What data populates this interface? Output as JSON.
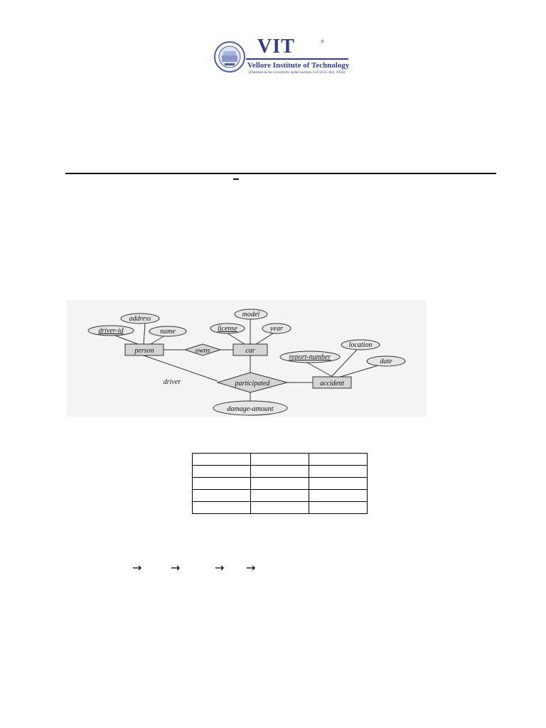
{
  "header": {
    "logo_mark": "VIT",
    "logo_reg": "®",
    "institute_name": "Vellore Institute of Technology",
    "institute_subtitle": "(Deemed to be University under section 3 of UGC Act, 1956)"
  },
  "er_diagram": {
    "entities": [
      "person",
      "car",
      "accident"
    ],
    "relationships": [
      "owns",
      "participated"
    ],
    "attributes": {
      "person": [
        "driver-id",
        "address",
        "name"
      ],
      "car": [
        "license",
        "model",
        "year"
      ],
      "accident": [
        "report-number",
        "location",
        "date"
      ],
      "participated": [
        "damage-amount"
      ]
    },
    "role_label": "driver"
  },
  "table": {
    "rows": 5,
    "columns": 3
  },
  "arrow_symbol": "→",
  "arrows": [
    "→",
    "→",
    "→",
    "→"
  ],
  "colors": {
    "logo_blue": "#2f3c8f",
    "diagram_fill": "#d4d4d4"
  }
}
